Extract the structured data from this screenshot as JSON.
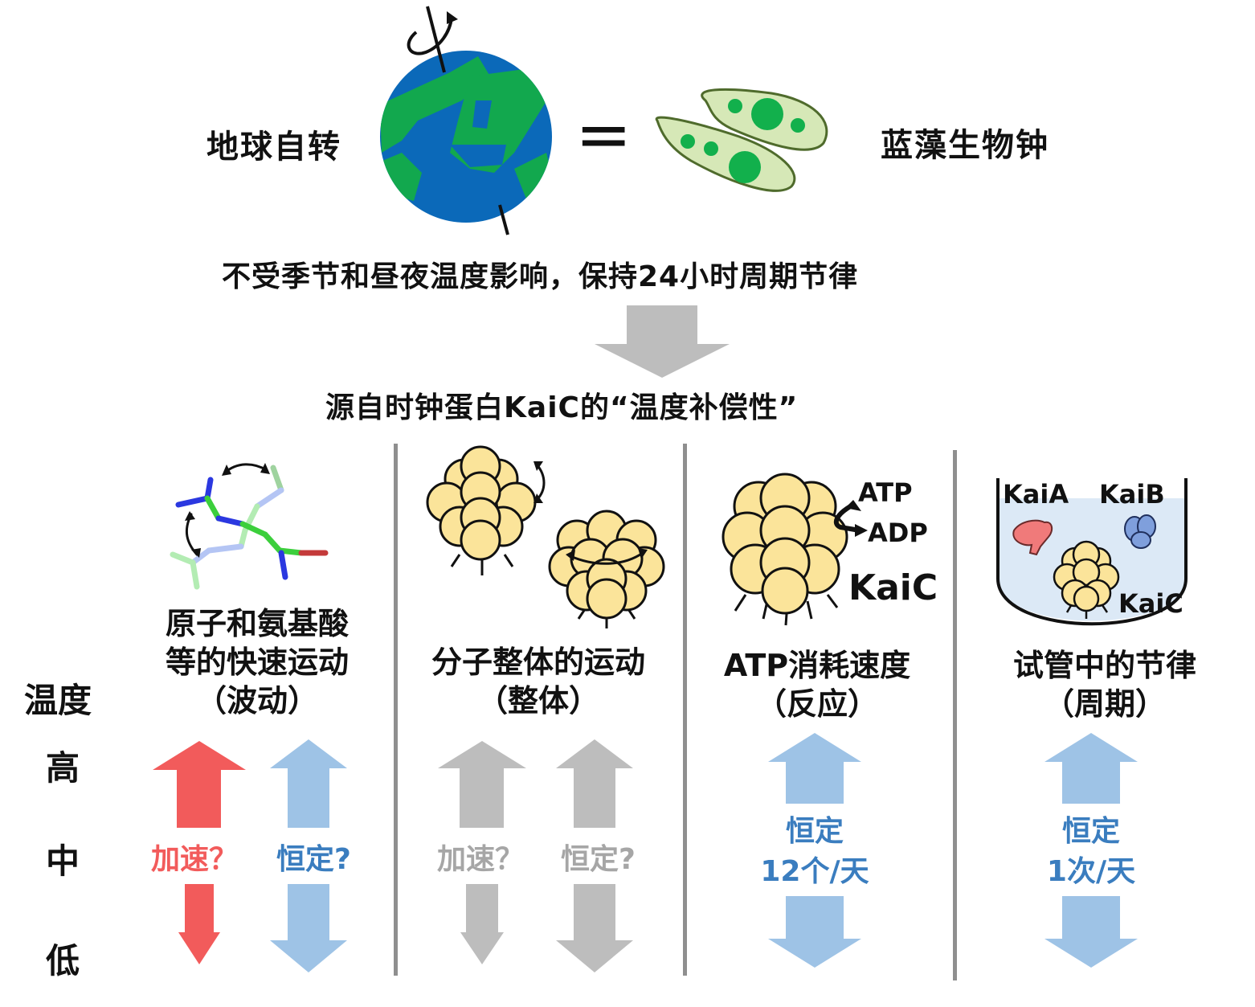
{
  "header": {
    "earth_label": "地球自转",
    "equals": "=",
    "cyano_label": "蓝藻生物钟",
    "statement": "不受季节和昼夜温度影响，保持24小时周期节律",
    "origin": "源自时钟蛋白KaiC的“温度补偿性”"
  },
  "axis": {
    "title": "温度",
    "high": "高",
    "mid": "中",
    "low": "低"
  },
  "columns": [
    {
      "title_line1": "原子和氨基酸",
      "title_line2": "等的快速运动",
      "title_line3": "（波动）",
      "arrow1_label": "加速？",
      "arrow2_label": "恒定?"
    },
    {
      "title_line1": "分子整体的运动",
      "title_line2": "（整体）",
      "arrow1_label": "加速？",
      "arrow2_label": "恒定?"
    },
    {
      "title_line1": "ATP消耗速度",
      "title_line2": "（反应）",
      "image_atp": "ATP",
      "image_adp": "ADP",
      "image_kaic": "KaiC",
      "arrow_label_line1": "恒定",
      "arrow_label_line2": "12个/天"
    },
    {
      "title_line1": "试管中的节律",
      "title_line2": "（周期）",
      "image_kaia": "KaiA",
      "image_kaib": "KaiB",
      "image_kaic": "KaiC",
      "arrow_label_line1": "恒定",
      "arrow_label_line2": "1次/天"
    }
  ],
  "colors": {
    "red": "#f25b5b",
    "blue": "#9ec3e6",
    "blue_text": "#3a7dbf",
    "gray": "#bdbdbd",
    "gray_text": "#a6a6a6",
    "earth_ocean": "#0b69b9",
    "earth_land": "#12a84e",
    "cyano_body": "#d6e8b7",
    "kaic_fill": "#fbe49a",
    "kaia_fill": "#f07a7a",
    "kaib_fill": "#7f9fdc",
    "tube_fill": "#dce9f6"
  },
  "icons": [
    "earth-icon",
    "rotation-axis-icon",
    "cyanobacteria-icon",
    "amino-acid-icon",
    "kaic-hexamer-icon",
    "test-tube-icon",
    "kaia-icon",
    "kaib-icon"
  ]
}
